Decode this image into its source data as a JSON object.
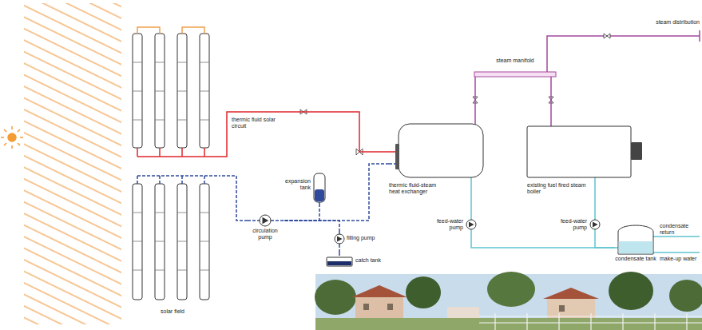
{
  "diagram": {
    "nodes": [
      {
        "text": [
          "solar field"
        ]
      },
      {
        "text": [
          "expansion tank"
        ]
      },
      {
        "text": [
          "circulation pump"
        ]
      },
      {
        "text": [
          "filling pump"
        ]
      },
      {
        "text": [
          "catch tank"
        ]
      },
      {
        "text": [
          "thermic fluid-steam heat exchanger"
        ]
      },
      {
        "text": [
          "steam manifold"
        ]
      },
      {
        "text": [
          "existing fuel fired steam boiler"
        ]
      },
      {
        "text": [
          "feed-water pump"
        ]
      },
      {
        "text": [
          "feed-water pump"
        ]
      },
      {
        "text": [
          "condensate tank"
        ]
      }
    ],
    "edges": [
      {
        "from": 0,
        "to": 5,
        "arrow": "none",
        "label": "thermic fluid solar circuit"
      },
      {
        "from": 5,
        "to": 2,
        "arrow": "none"
      },
      {
        "from": 2,
        "to": 0,
        "arrow": "none"
      },
      {
        "from": 1,
        "to": 2,
        "arrow": "none"
      },
      {
        "from": 4,
        "to": 3,
        "arrow": "none"
      },
      {
        "from": 3,
        "to": 2,
        "arrow": "none"
      },
      {
        "from": 5,
        "to": 6,
        "arrow": "none"
      },
      {
        "from": 7,
        "to": 6,
        "arrow": "none"
      },
      {
        "from": 10,
        "to": 8,
        "arrow": "none"
      },
      {
        "from": 8,
        "to": 5,
        "arrow": "none"
      },
      {
        "from": 10,
        "to": 9,
        "arrow": "none"
      },
      {
        "from": 9,
        "to": 7,
        "arrow": "none"
      }
    ],
    "labels": [
      "steam distribution",
      "condensate return",
      "make-up water"
    ]
  }
}
